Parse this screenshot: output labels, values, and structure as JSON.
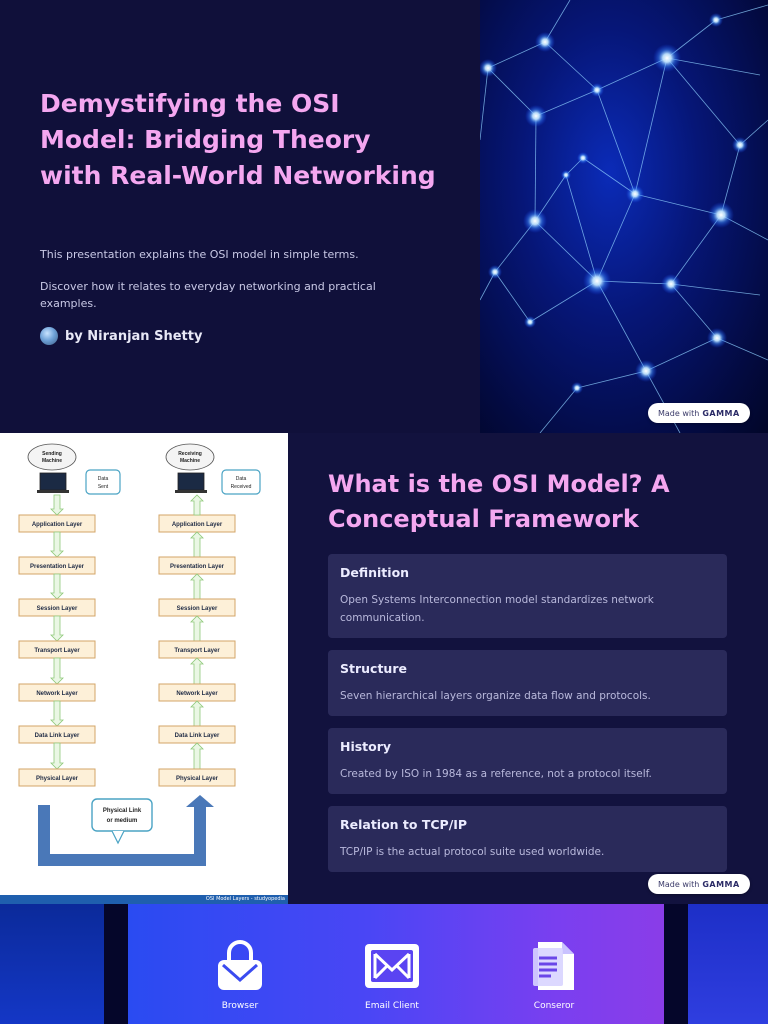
{
  "slide1": {
    "title": "Demystifying the OSI Model: Bridging Theory with Real-World Networking",
    "paragraph1": "This presentation explains the OSI model in simple terms.",
    "paragraph2": "Discover how it relates to everyday networking and practical examples.",
    "author": "by Niranjan Shetty",
    "badge": {
      "prefix": "Made with",
      "brand": "GAMMA"
    }
  },
  "slide2": {
    "title": "What is the OSI Model? A Conceptual Framework",
    "cards": [
      {
        "title": "Definition",
        "text": "Open Systems Interconnection model standardizes network communication."
      },
      {
        "title": "Structure",
        "text": "Seven hierarchical layers organize data flow and protocols."
      },
      {
        "title": "History",
        "text": "Created by ISO in 1984 as a reference, not a protocol itself."
      },
      {
        "title": "Relation to TCP/IP",
        "text": "TCP/IP is the actual protocol suite used worldwide."
      }
    ],
    "badge": {
      "prefix": "Made with",
      "brand": "GAMMA"
    },
    "diagram": {
      "sender": {
        "line1": "Sending",
        "line2": "Machine",
        "bubble1": "Data",
        "bubble2": "Sent"
      },
      "receiver": {
        "line1": "Receiving",
        "line2": "Machine",
        "bubble1": "Data",
        "bubble2": "Received"
      },
      "layers": [
        "Application Layer",
        "Presentation Layer",
        "Session Layer",
        "Transport Layer",
        "Network Layer",
        "Data Link Layer",
        "Physical Layer"
      ],
      "medium_line1": "Physical Link",
      "medium_line2": "or medium",
      "footer": "OSI Model Layers - studyopedia"
    }
  },
  "slide3": {
    "apps": [
      {
        "label": "Browser",
        "icon": "browser-lock-icon"
      },
      {
        "label": "Email Client",
        "icon": "envelope-icon"
      },
      {
        "label": "Conseror",
        "icon": "document-icon"
      }
    ]
  },
  "colors": {
    "slide_background": "#10103a",
    "title_pink": "#f4a7f0",
    "card_background": "#2a2a5a",
    "layer_box_fill": "#fdf0d8",
    "layer_box_stroke": "#d3a567",
    "medium_path": "#4a78b8",
    "bubble_stroke": "#4aa3c4"
  }
}
